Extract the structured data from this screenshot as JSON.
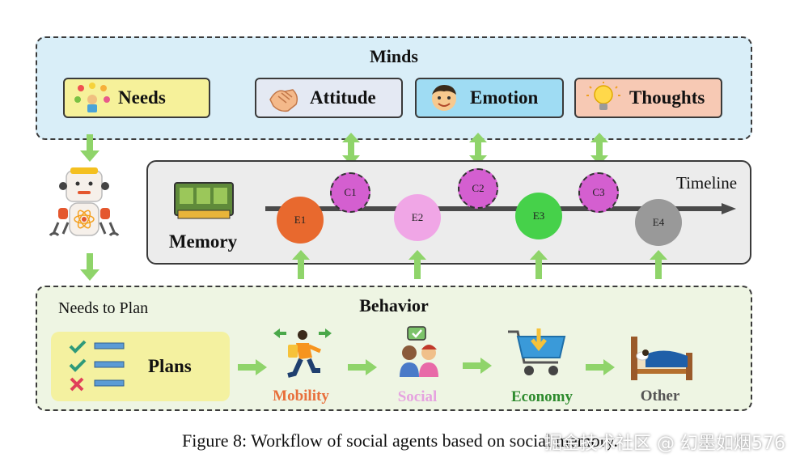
{
  "minds": {
    "title": "Minds",
    "needs_label": "Needs",
    "attitude_label": "Attitude",
    "emotion_label": "Emotion",
    "thoughts_label": "Thoughts"
  },
  "memory": {
    "label": "Memory",
    "timeline_label": "Timeline",
    "events": [
      "E1",
      "E2",
      "E3",
      "E4"
    ],
    "cognitions": [
      "C1",
      "C2",
      "C3"
    ]
  },
  "behavior": {
    "title": "Behavior",
    "subtitle": "Needs to Plan",
    "plans_label": "Plans",
    "nodes": [
      {
        "label": "Mobility",
        "color": "#e86f3b"
      },
      {
        "label": "Social",
        "color": "#e6a3e0"
      },
      {
        "label": "Economy",
        "color": "#2e8b2e"
      },
      {
        "label": "Other",
        "color": "#555555"
      }
    ]
  },
  "colors": {
    "minds_bg": "#d9eef8",
    "behavior_bg": "#eef5e3",
    "memory_bg": "#ececec",
    "arrow_green": "#8fd46a",
    "e1": "#e8692e",
    "e2": "#f0a6e6",
    "e3": "#46d14a",
    "e4": "#999999",
    "cognition": "#d45fd0"
  },
  "caption": "Figure 8: Workflow of social agents based on social memory.",
  "watermark": "掘金技术社区 @ 幻墨如烟576"
}
